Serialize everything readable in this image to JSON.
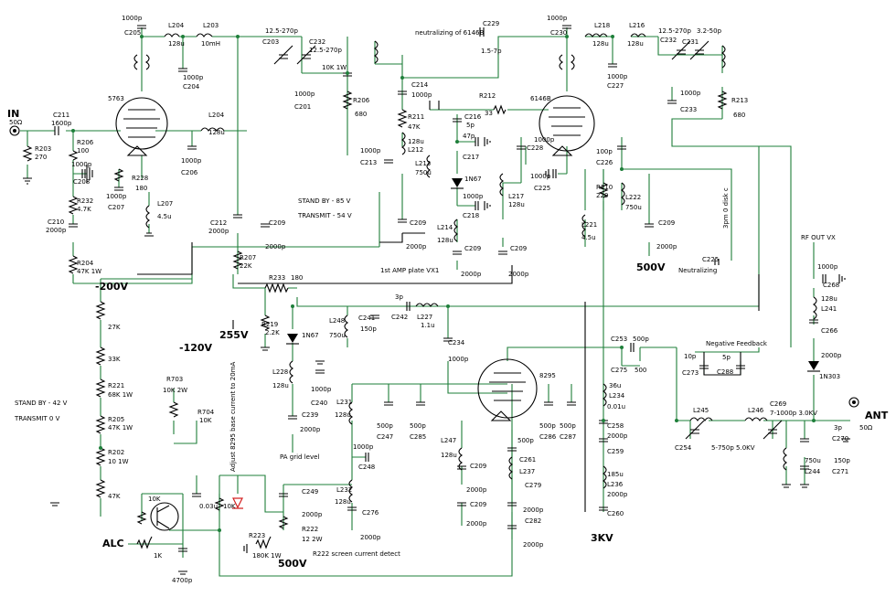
{
  "labels": {
    "in": "IN",
    "in_ohm": "50Ω",
    "ant": "ANT",
    "ant_ohm": "50Ω",
    "v200": "-200V",
    "v120": "-120V",
    "v255": "255V",
    "v500a": "500V",
    "v500b": "500V",
    "v3kv": "3KV",
    "alc": "ALC",
    "c205": "C205",
    "c205v": "1000p",
    "l204a": "L204",
    "l204av": "128u",
    "l203": "L203",
    "l203v": "10mH",
    "c204v": "1000p",
    "c204": "C204",
    "c203v": "12.5-270p",
    "c203": "C203",
    "c232a": "C232",
    "c232av": "12.5-270p",
    "c232r": "10K 1W",
    "neut": "neutralizing of 6146B",
    "c229": "C229",
    "c229v": "1.5-7p",
    "c230v": "1000p",
    "c230": "C230",
    "l218": "L218",
    "l218v": "128u",
    "l216": "L216",
    "l216v": "128u",
    "c227v": "1000p",
    "c227": "C227",
    "c232bv": "12.5-270p",
    "c232b": "C232",
    "c231": "C231",
    "c231v": "3.2-50p",
    "tube5763": "5763",
    "tube6146": "6146B",
    "tube8295": "8295",
    "c211": "C211",
    "c211v": "1600p",
    "r203": "R203",
    "r203v": "270",
    "r206": "R206",
    "r206v": "100",
    "c208v": "1000p",
    "c208": "C208",
    "r228": "R228",
    "r228v": "180",
    "c207v": "1000p",
    "c207": "C207",
    "l207": "L207",
    "l207v": "4.5u",
    "l204b": "L204",
    "l204bv": "128u",
    "c206v": "1000p",
    "c206": "C206",
    "r232": "R232",
    "r232v": "4.7K",
    "c210": "C210",
    "c210v": "2000p",
    "r204": "R204",
    "r204v": "47K 1W",
    "c201v": "1000p",
    "c201": "C201",
    "r206b": "R206",
    "r206bv": "680",
    "c214": "C214",
    "c214v": "1000p",
    "r211": "R211",
    "r211v": "47K",
    "l212v": "128u",
    "l212": "L212",
    "c213v": "1000p",
    "c213": "C213",
    "l213": "L213",
    "l213v": "750u",
    "c216": "C216",
    "c216v": "5p",
    "c217v": "47p",
    "c217": "C217",
    "d1n67a": "1N67",
    "c218v": "1000p",
    "c218": "C218",
    "r212": "R212",
    "r212v": "33",
    "c228v": "1000p",
    "c228": "C228",
    "c225v": "1000p",
    "c225": "C225",
    "r210": "R210",
    "r210v": "220",
    "c226v": "100p",
    "c226": "C226",
    "l222": "L222",
    "l222v": "750u",
    "l217": "L217",
    "l217v": "128u",
    "l221": "L221",
    "l221v": "4.5u",
    "c233v": "1000p",
    "c233": "C233",
    "r213": "R213",
    "r213v": "680",
    "sb85": "STAND BY - 85 V",
    "tx54": "TRANSMIT - 54 V",
    "c212": "C212",
    "c212v": "2000p",
    "c209a": "C209",
    "c209av": "2000p",
    "r207": "R207",
    "r207v": "22K",
    "r233": "R233",
    "r233v": "180",
    "c209b": "C209",
    "c209bv": "2000p",
    "l214": "L214",
    "l214v": "128u",
    "c209c": "C209",
    "c209cv": "2000p",
    "c209d": "C209",
    "c209dv": "2000p",
    "amp1": "1st AMP plate VX1",
    "c209e": "C209",
    "c209ev": "2000p",
    "c209f": "C209",
    "c209fv": "2000p",
    "c225n": "C225",
    "neutralizing": "Neutralizing",
    "c225nv": "3pm 0 disk c",
    "rfout": "RF OUT VX",
    "c268v": "1000p",
    "c268": "C268",
    "l241v": "128u",
    "l241": "L241",
    "c266": "C266",
    "c266v": "2000p",
    "d1n303": "1N303",
    "r219": "R219",
    "r219v": "2.2K",
    "d1n67b": "1N67",
    "l248": "L248",
    "l248v": "750u",
    "c241": "C241",
    "c241v": "150p",
    "c242v": "3p",
    "c242": "C242",
    "l227": "L227",
    "l227v": "1.1u",
    "c234": "C234",
    "c234v": "1000p",
    "k27": "27K",
    "k33": "33K",
    "r221": "R221",
    "r221v": "68K 1W",
    "r205": "R205",
    "r205v": "47K 1W",
    "r202": "R202",
    "r202v": "10 1W",
    "k47": "47K",
    "sb42": "STAND BY - 42 V",
    "tx0": "TRANSMIT 0 V",
    "r703": "R703",
    "r703v": "10K 2W",
    "r704": "R704",
    "r704v": "10K",
    "adj": "Adjust 8295 base current to 20mA",
    "l228": "L228",
    "l228v": "128u",
    "c240v": "1000p",
    "c240": "C240",
    "c239": "C239",
    "c239v": "2000p",
    "pagrid": "PA grid level",
    "l231": "L231",
    "l231v": "128u",
    "c247v": "500p",
    "c247": "C247",
    "c285v": "500p",
    "c285": "C285",
    "c248v": "1000p",
    "c248": "C248",
    "l232": "L232",
    "l232v": "128u",
    "c249": "C249",
    "c249v": "2000p",
    "c276": "C276",
    "c276v": "2000p",
    "r223": "R223",
    "r223v": "180K 1W",
    "r222": "R222",
    "r222v": "12 2W",
    "r222d": "R222 screen current detect",
    "l247": "L247",
    "l247v": "128u",
    "c209g": "C209",
    "c209gv": "2000p",
    "c209h": "C209",
    "c209hv": "2000p",
    "c286v": "500p",
    "c286": "C286",
    "c287v": "500p",
    "c287": "C287",
    "c261v": "500p",
    "c261": "C261",
    "l237": "L237",
    "c279": "C279",
    "c279v": "2000p",
    "c282": "C282",
    "c282v": "2000p",
    "c253": "C253",
    "c253v": "500p",
    "c275": "C275",
    "c275v": "500",
    "l234v": "36u",
    "l234": "L234",
    "c258v": "0.01u",
    "c258": "C258",
    "c259v": "2000p",
    "c259": "C259",
    "l236v": "185u",
    "l236": "L236",
    "c260v": "2000p",
    "c260": "C260",
    "negfb": "Negative Feedback",
    "c273v": "10p",
    "c273": "C273",
    "c288v": "5p",
    "c288": "C288",
    "l245": "L245",
    "l246": "L246",
    "c254": "C254",
    "c254v": "5-750p 5.0KV",
    "c269": "C269",
    "c269v": "7-1000p 3.0KV",
    "c270v": "3p",
    "c270": "C270",
    "l244v": "750u",
    "l244": "L244",
    "c271v": "150p",
    "c271": "C271",
    "k10a": "10K",
    "c003": "0.03u",
    "k10b": "10K",
    "k1": "1K",
    "c4700": "4700p"
  }
}
